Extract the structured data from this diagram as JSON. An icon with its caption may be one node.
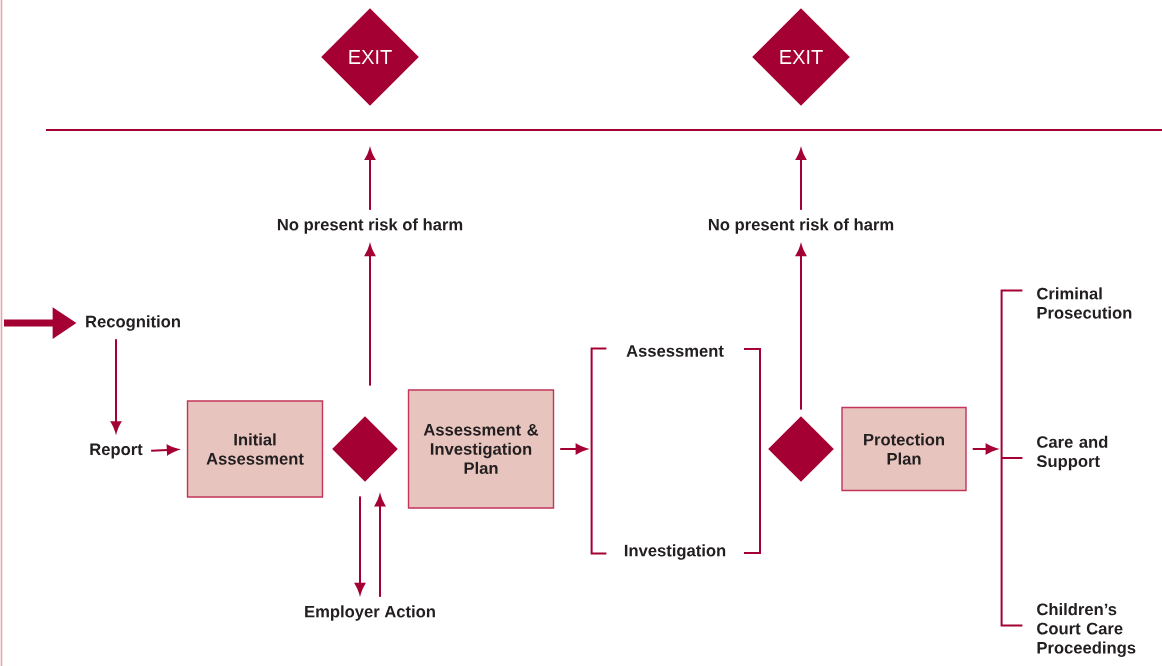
{
  "diagram": {
    "nodes": [
      {
        "text": [
          "EXIT"
        ]
      },
      {
        "text": [
          "EXIT"
        ]
      },
      {
        "text": [
          "No present risk of harm"
        ]
      },
      {
        "text": [
          "No present risk of harm"
        ]
      },
      {
        "text": [
          "Recognition"
        ]
      },
      {
        "text": [
          "Report"
        ]
      },
      {
        "text": [
          "Initial Assessment"
        ]
      },
      {
        "text": [],
        "shape": "diamond"
      },
      {
        "text": [
          "Assessment & Investigation Plan"
        ]
      },
      {
        "text": [
          "Assessment"
        ]
      },
      {
        "text": [
          "Investigation"
        ]
      },
      {
        "text": [],
        "shape": "diamond"
      },
      {
        "text": [
          "Protection Plan"
        ]
      },
      {
        "text": [
          "Criminal Prosecution"
        ]
      },
      {
        "text": [
          "Care and Support"
        ]
      },
      {
        "text": [
          "Children’s Court Care Proceedings"
        ]
      },
      {
        "text": [
          "Employer Action"
        ]
      },
      {
        "text": [],
        "shape": "bracket"
      },
      {
        "text": [],
        "shape": "bracket"
      }
    ],
    "edges": [
      {
        "from": null,
        "to": 4,
        "arrow": "to",
        "style": "thick"
      },
      {
        "from": 4,
        "to": 5,
        "arrow": "to"
      },
      {
        "from": 5,
        "to": 6,
        "arrow": "to"
      },
      {
        "from": 7,
        "to": 2,
        "arrow": "to"
      },
      {
        "from": 2,
        "to": null,
        "arrow": "to"
      },
      {
        "from": 7,
        "to": 16,
        "arrow": "to"
      },
      {
        "from": 16,
        "to": 7,
        "arrow": "to"
      },
      {
        "from": 8,
        "to": 17,
        "arrow": "to"
      },
      {
        "from": 11,
        "to": 3,
        "arrow": "to"
      },
      {
        "from": 3,
        "to": null,
        "arrow": "to"
      },
      {
        "from": 12,
        "to": 18,
        "arrow": "to"
      }
    ]
  }
}
